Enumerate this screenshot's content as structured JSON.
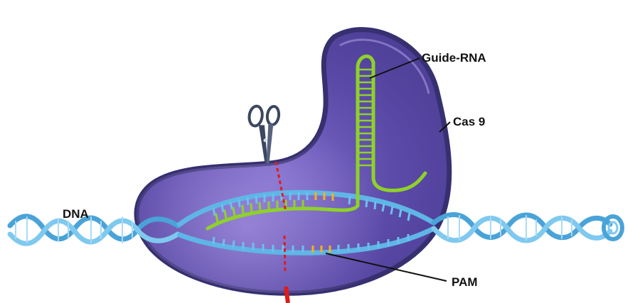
{
  "labels": {
    "guide_rna": "Guide-RNA",
    "cas9": "Cas 9",
    "dna": "DNA",
    "pam": "PAM"
  },
  "icons": {
    "scissors": "scissors-icon"
  },
  "colors": {
    "cas9_fill": "#5a4aa6",
    "cas9_outline": "#3a3272",
    "dna_strand": "#5fb6e6",
    "guide_rna": "#8fd12a",
    "pam": "#f2b21c",
    "cut_line": "#e01b1b"
  }
}
